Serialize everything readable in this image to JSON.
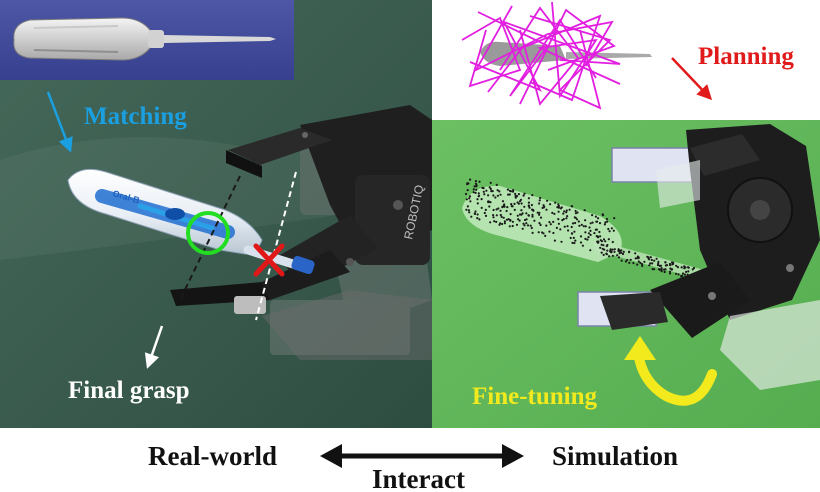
{
  "panels": {
    "left": {
      "label_matching": "Matching",
      "label_final_grasp": "Final grasp",
      "label_real_world": "Real-world"
    },
    "right": {
      "label_planning": "Planning",
      "label_fine_tuning": "Fine-tuning",
      "label_simulation": "Simulation"
    },
    "center": {
      "label_interact": "Interact"
    }
  },
  "product_text": {
    "brush_brand": "Oral-B",
    "gripper_brand": "ROBOTIQ"
  },
  "colors": {
    "matching": "#1a9fe0",
    "planning": "#e11b1b",
    "fine_tuning": "#f2ea1c",
    "final_grasp": "#ffffff",
    "trajectories": "#e21ee0",
    "match_circle": "#22dd22",
    "reject_cross": "#e01818",
    "sim_ground": "#5fb85a",
    "real_floor": "#3b5e50"
  },
  "icons": [
    "match-circle-icon",
    "reject-cross-icon",
    "interact-double-arrow-icon",
    "fine-tuning-curved-arrow-icon"
  ]
}
